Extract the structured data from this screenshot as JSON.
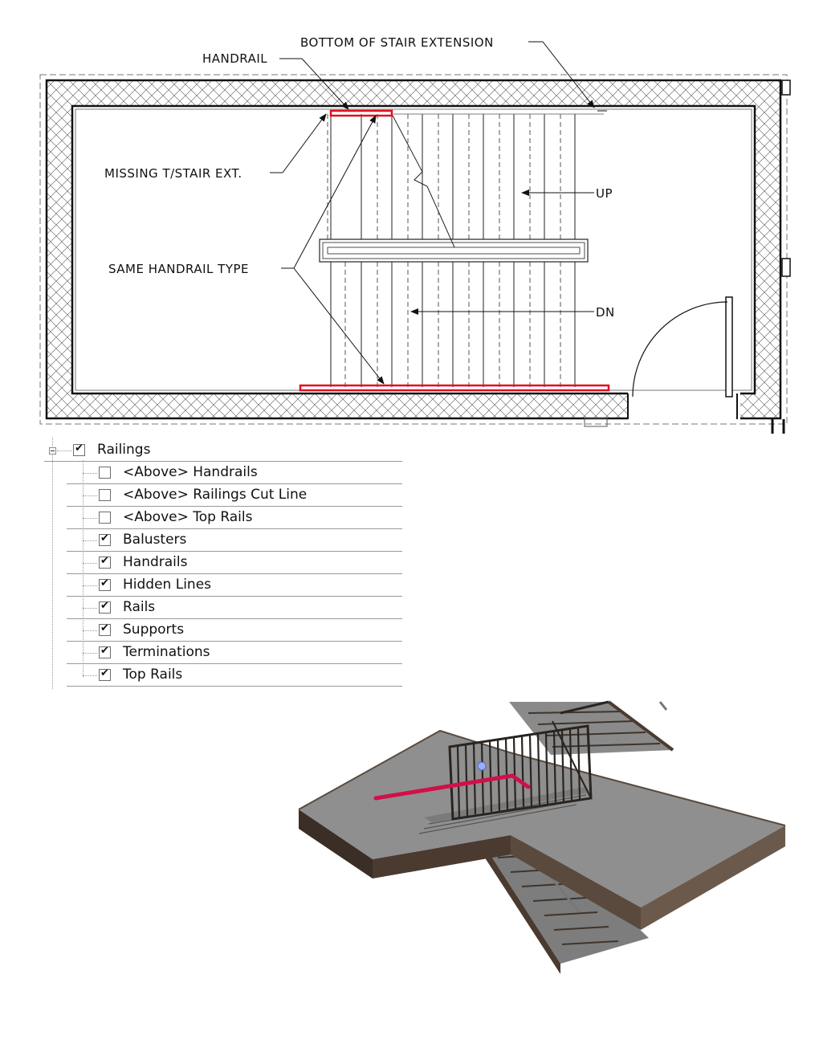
{
  "plan": {
    "annotations": {
      "bottom_ext": "BOTTOM OF STAIR EXTENSION",
      "handrail": "HANDRAIL",
      "missing": "MISSING T/STAIR EXT.",
      "up": "UP",
      "same_type": "SAME  HANDRAIL TYPE",
      "dn": "DN"
    },
    "highlight_color": "#e01020"
  },
  "tree": {
    "root": {
      "label": "Railings",
      "checked": true
    },
    "items": [
      {
        "label": "<Above> Handrails",
        "checked": false
      },
      {
        "label": "<Above> Railings Cut Line",
        "checked": false
      },
      {
        "label": "<Above> Top Rails",
        "checked": false
      },
      {
        "label": "Balusters",
        "checked": true
      },
      {
        "label": "Handrails",
        "checked": true
      },
      {
        "label": "Hidden Lines",
        "checked": true
      },
      {
        "label": "Rails",
        "checked": true
      },
      {
        "label": "Supports",
        "checked": true
      },
      {
        "label": "Terminations",
        "checked": true
      },
      {
        "label": "Top Rails",
        "checked": true
      }
    ]
  },
  "view3d": {
    "handrail_color": "#d0104a",
    "surface_color": "#8f8f8f",
    "edge_color": "#4a3a30"
  }
}
